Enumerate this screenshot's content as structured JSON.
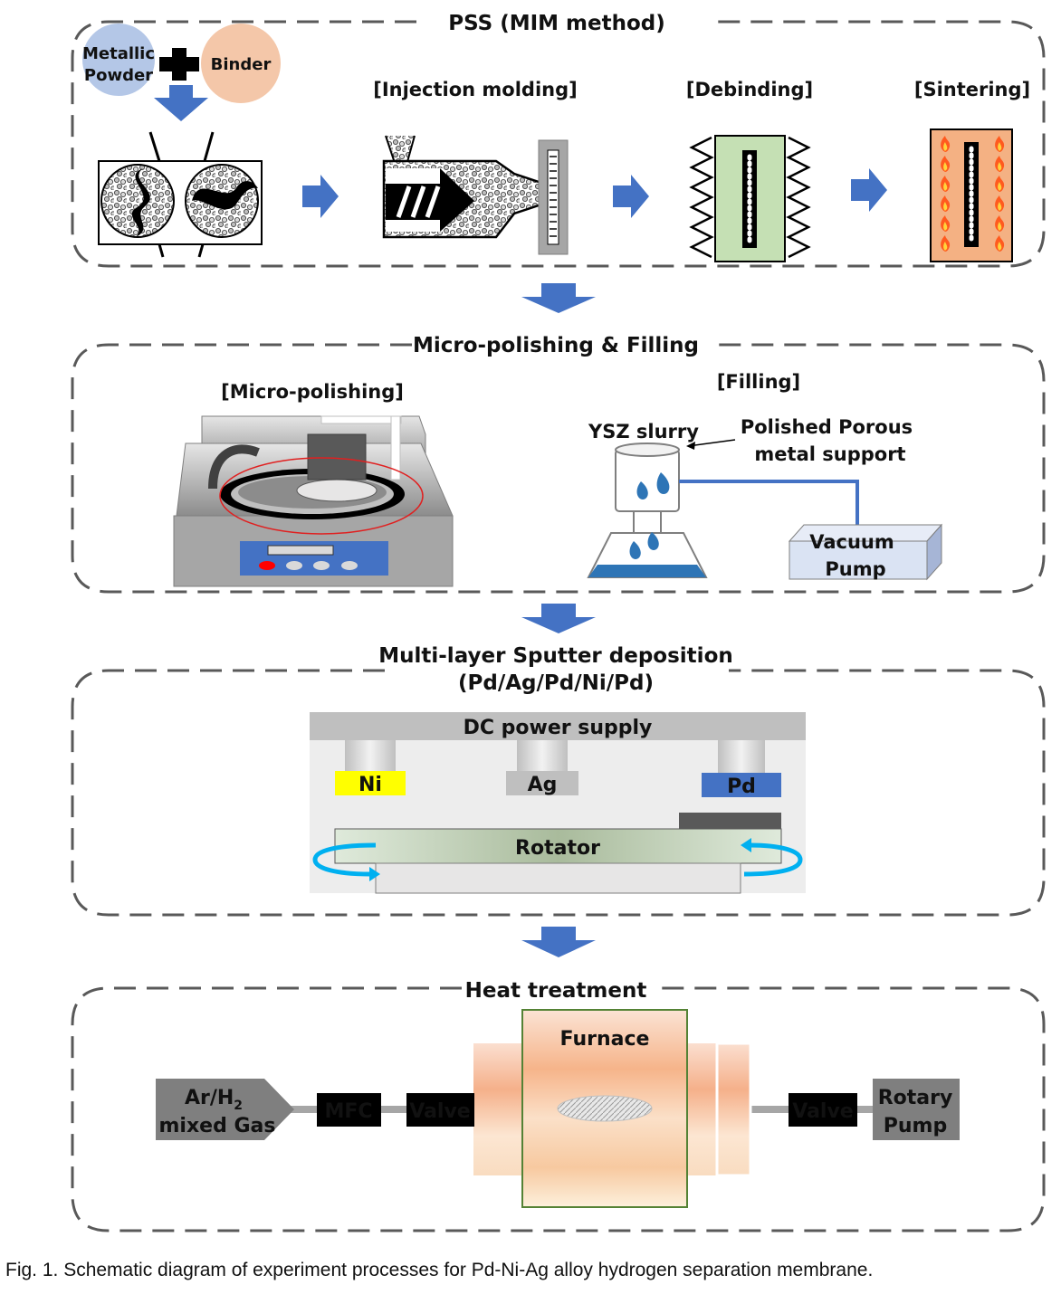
{
  "sections": {
    "pss": {
      "title": "PSS (MIM method)",
      "metallic_powder_line1": "Metallic",
      "metallic_powder_line2": "Powder",
      "binder": "Binder",
      "step_injection": "[Injection molding]",
      "step_debinding": "[Debinding]",
      "step_sintering": "[Sintering]"
    },
    "polishing": {
      "title": "Micro-polishing & Filling",
      "micro_polishing": "[Micro-polishing]",
      "filling": "[Filling]",
      "ysz_slurry": "YSZ slurry",
      "support_line1": "Polished Porous",
      "support_line2": "metal support",
      "vacuum_line1": "Vacuum",
      "vacuum_line2": "Pump"
    },
    "sputter": {
      "title_line1": "Multi-layer Sputter deposition",
      "title_line2": "(Pd/Ag/Pd/Ni/Pd)",
      "dc_power": "DC power supply",
      "target_ni": "Ni",
      "target_ag": "Ag",
      "target_pd": "Pd",
      "rotator": "Rotator"
    },
    "heat": {
      "title": "Heat treatment",
      "furnace": "Furnace",
      "gas_line1": "Ar/H",
      "gas_sub": "2",
      "gas_line2": "mixed Gas",
      "mfc": "MFC",
      "valve_left": "Valve",
      "valve_right": "Valve",
      "pump_line1": "Rotary",
      "pump_line2": "Pump"
    }
  },
  "caption": "Fig. 1. Schematic diagram of experiment processes for Pd-Ni-Ag alloy hydrogen separation membrane.",
  "colors": {
    "arrow_blue": "#4472c4",
    "powder_circle": "#b4c7e7",
    "binder_circle": "#f4c7a9",
    "debinding_green": "#c5e0b4",
    "sintering_orange": "#f4b183",
    "ni_yellow": "#ffff00",
    "pd_blue": "#4472c4",
    "ag_gray": "#bfbfbf",
    "dark_box": "#000000",
    "gray_arrow_box": "#7f7f7f"
  }
}
